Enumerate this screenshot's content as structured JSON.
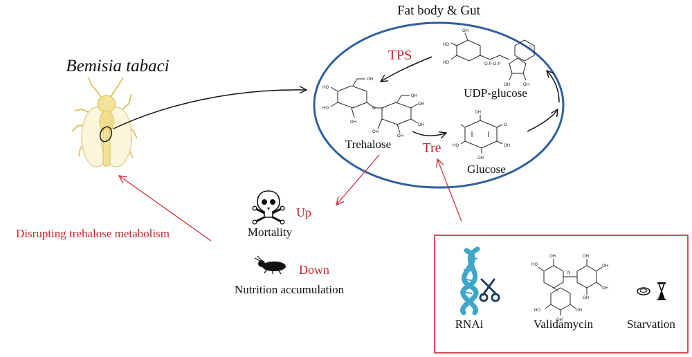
{
  "title": "Fat body & Gut",
  "organism": "Bemisia tabaci",
  "molecules": {
    "trehalose": "Trehalose",
    "glucose": "Glucose",
    "udp_glucose": "UDP-glucose"
  },
  "enzymes": {
    "tps": "TPS",
    "tre": "Tre"
  },
  "effects": {
    "mortality": "Mortality",
    "mortality_change": "Up",
    "nutrition": "Nutrition accumulation",
    "nutrition_change": "Down"
  },
  "intervention": "Disrupting trehalose metabolism",
  "treatments": {
    "rnai": "RNAi",
    "validamycin": "Validamycin",
    "starvation": "Starvation"
  },
  "colors": {
    "accent_red": "#c8232b",
    "ellipse_blue": "#2f5f9e",
    "insect_yellow": "#f3e29a",
    "dna_blue": "#3fa6c9",
    "scissors_navy": "#1f3f5c"
  }
}
